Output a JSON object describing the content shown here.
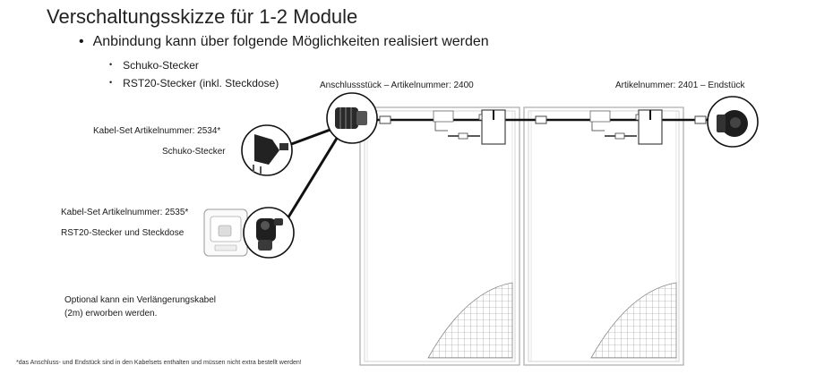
{
  "title": "Verschaltungsskizze für 1-2 Module",
  "main_bullet": "Anbindung kann über folgende Möglichkeiten realisiert werden",
  "sub_bullets": [
    "Schuko-Stecker",
    "RST20-Stecker (inkl. Steckdose)"
  ],
  "connector_label": "Anschlussstück – Artikelnummer: 2400",
  "endpiece_label": "Artikelnummer: 2401 – Endstück",
  "cable_set_1": {
    "title": "Kabel-Set Artikelnummer: 2534*",
    "plug": "Schuko-Stecker"
  },
  "cable_set_2": {
    "title": "Kabel-Set Artikelnummer: 2535*",
    "plug": "RST20-Stecker und Steckdose"
  },
  "optional_note": "Optional kann ein Verlängerungskabel (2m) erworben werden.",
  "footnote": "*das Anschluss- und Endstück sind in den Kabelsets enthalten und müssen nicht extra bestellt werden!"
}
